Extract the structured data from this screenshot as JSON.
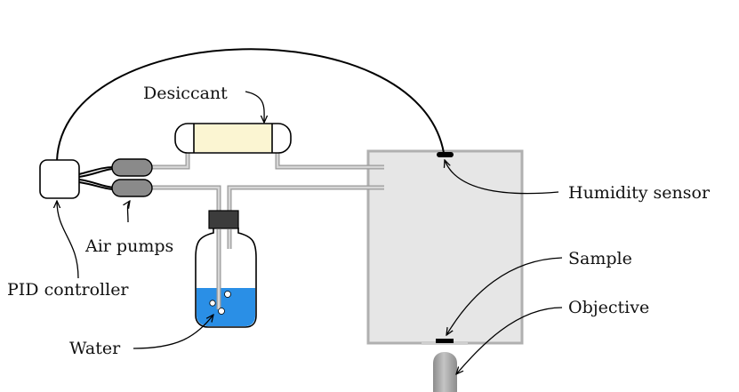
{
  "labels": {
    "desiccant": "Desiccant",
    "humidity_sensor": "Humidity sensor",
    "air_pumps": "Air pumps",
    "pid_controller": "PID controller",
    "sample": "Sample",
    "objective": "Objective",
    "water": "Water"
  },
  "colors": {
    "stroke": "#000000",
    "tube": "#b4b4b4",
    "chamber_fill": "#e6e6e6",
    "chamber_stroke": "#b0b0b0",
    "desiccant_fill": "#fbf5d2",
    "water_fill": "#2a8fe6",
    "pump_fill": "#8a8a8a",
    "cap_fill": "#3c3c3c",
    "objective_fill": "#a9a9a9"
  }
}
